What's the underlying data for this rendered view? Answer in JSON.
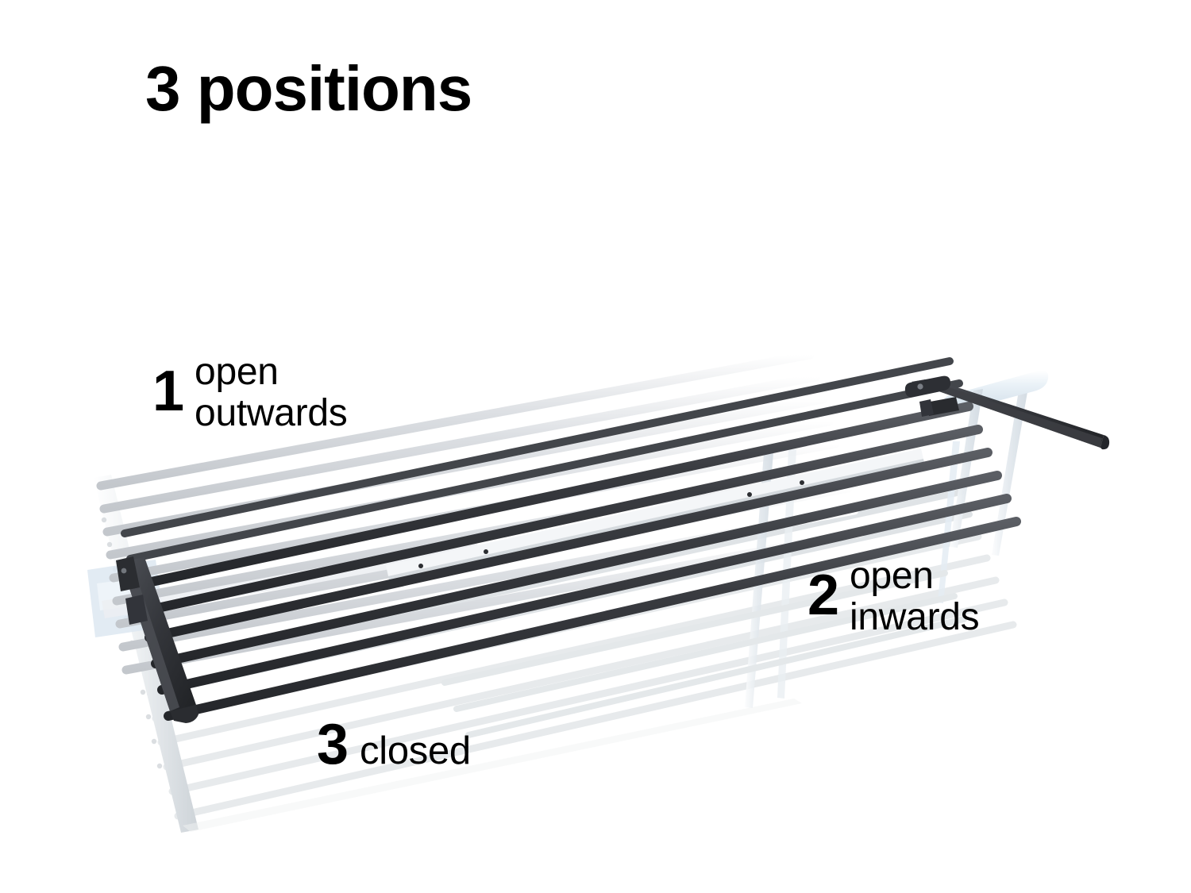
{
  "background_color": "#ffffff",
  "header": {
    "title": "3 positions"
  },
  "callouts": [
    {
      "number": "1",
      "line1": "open",
      "line2": "outwards",
      "name": "callout-open-outwards"
    },
    {
      "number": "2",
      "line1": "open",
      "line2": "inwards",
      "name": "callout-open-inwards"
    },
    {
      "number": "3",
      "line1": "closed",
      "line2": "",
      "name": "callout-closed"
    }
  ],
  "product": {
    "description": "wall-mounted folding clothes drying rack shown in three overlaid rail positions",
    "colors": {
      "text": "#000000",
      "rail_dark": "#36383c",
      "rail_dark_highlight": "#54575c",
      "rail_mid_grey": "#b9bcc1",
      "rail_light_grey": "#d9dcdf",
      "rail_faint_grey": "#e9ecee",
      "frame_white": "#f2f4f6",
      "frame_pale_blue": "#e2ecf4",
      "leg_grey": "#dfe5ea"
    },
    "rail_groups": [
      {
        "position": "open outwards",
        "tone": "light",
        "count": 9
      },
      {
        "position": "open inwards / active",
        "tone": "dark",
        "count": 8
      },
      {
        "position": "closed",
        "tone": "faint",
        "count": 7
      }
    ]
  }
}
